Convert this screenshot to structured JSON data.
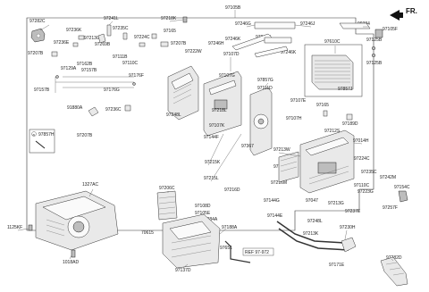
{
  "header": {
    "fr_label": "FR."
  },
  "labels": {
    "l97105B": "97105B",
    "l97282C": "97282C",
    "l97236K": "97236K",
    "l97236E": "97236E",
    "l97207B_a": "97207B",
    "l97241L": "97241L",
    "l97235C": "97235C",
    "l97213G_a": "97213G",
    "l97269B": "97269B",
    "l97218K": "97218K",
    "l97165_a": "97165",
    "l97224C_a": "97224C",
    "l97207B_b": "97207B",
    "l97222W": "97222W",
    "l97246G": "97246G",
    "l97246J": "97246J",
    "l99384": "99384",
    "l97105F": "97105F",
    "l97246H": "97246H",
    "l97246K_a": "97246K",
    "l97246K_b": "97246K",
    "l97246K_c": "97246K",
    "l97111B": "97111B",
    "l97110C_a": "97110C",
    "l97162B": "97162B",
    "l97157B_a": "97157B",
    "l97129A": "97129A",
    "l97176F": "97176F",
    "l97157B_b": "97157B",
    "l97176G": "97176G",
    "l97107D": "97107D",
    "l97107G": "97107G",
    "l97857G": "97857G",
    "l97111D": "97111D",
    "l97610C": "97610C",
    "l97125B_a": "97125B",
    "l97125B_b": "97125B",
    "l97857J": "97857J",
    "l97107E": "97107E",
    "l97218L": "97218L",
    "l97165_b": "97165",
    "l97189D": "97189D",
    "l91880A": "91880A",
    "l97236C": "97236C",
    "l97248L_a": "97248L",
    "l97107K": "97107K",
    "l97107H": "97107H",
    "l97212S": "97212S",
    "l97857H_circ": "a",
    "l97857H": "97857H",
    "l97207B_c": "97207B",
    "l97144F": "97144F",
    "l97367": "97367",
    "l97014H": "97014H",
    "l97213W": "97213W",
    "l97224C_b": "97224C",
    "l97215K": "97215K",
    "l97107L": "97107L",
    "l97235C_b": "97235C",
    "l97242M": "97242M",
    "l97215L": "97215L",
    "l97216M": "97216M",
    "l97110C_b": "97110C",
    "l97223G": "97223G",
    "l97154C": "97154C",
    "l1327AC": "1327AC",
    "l97206C": "97206C",
    "l97216D": "97216D",
    "l97144G": "97144G",
    "l97047": "97047",
    "l97213G_b": "97213G",
    "l97257F": "97257F",
    "l97237E": "97237E",
    "l97108D": "97108D",
    "l97105E": "97105E",
    "l99384A": "99384A",
    "l97144E": "97144E",
    "l97248L_b": "97248L",
    "l97188A": "97188A",
    "l97230H": "97230H",
    "l1125KF": "1125KF",
    "l70615": "70615",
    "l97213K": "97213K",
    "l97651": "97651",
    "l97171E": "97171E",
    "l1018AD": "1018AD",
    "l_ref": "REF 97-972",
    "l97137D": "97137D",
    "l97282D": "97282D"
  }
}
